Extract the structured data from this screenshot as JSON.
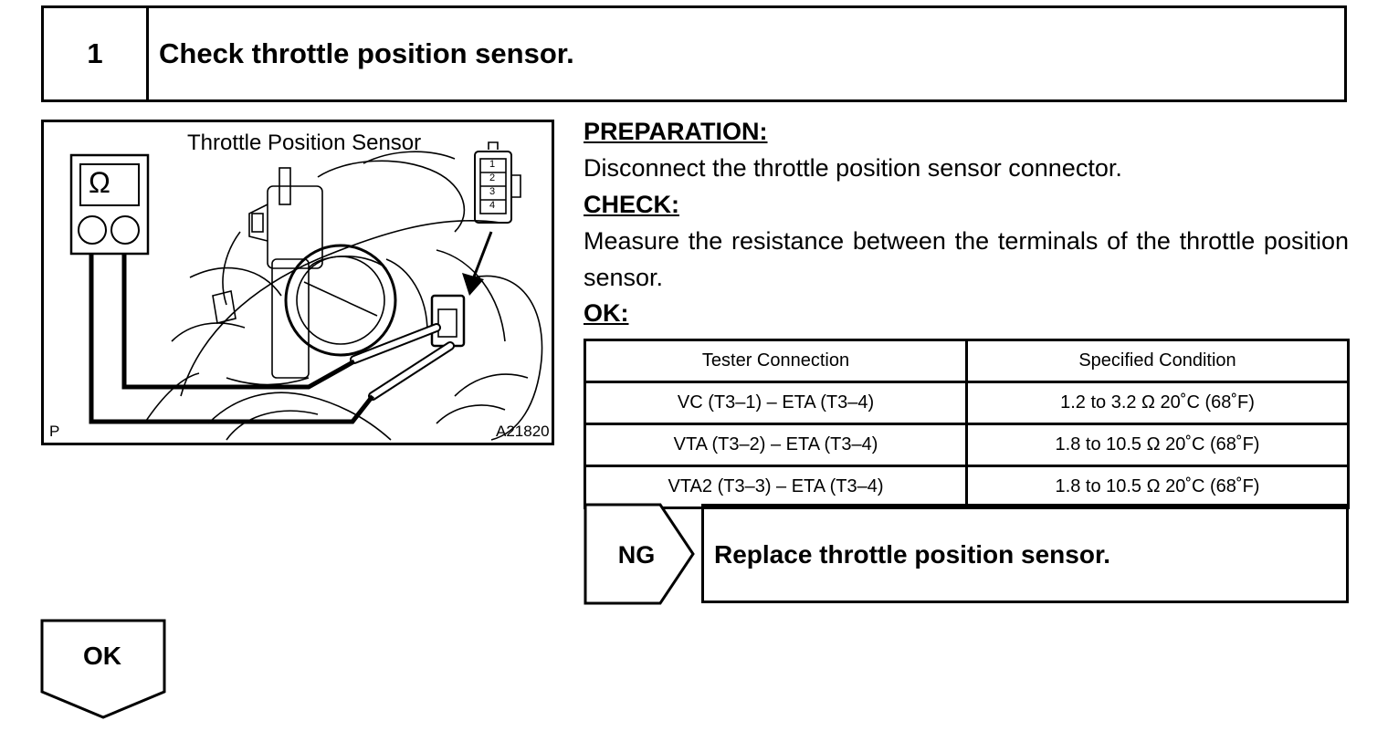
{
  "step": {
    "number": "1",
    "title": "Check throttle position sensor."
  },
  "figure": {
    "title": "Throttle Position Sensor",
    "ohm_symbol": "Ω",
    "connector_pins": [
      "1",
      "2",
      "3",
      "4"
    ],
    "corner_letter": "P",
    "figure_id": "A21820"
  },
  "preparation": {
    "heading": "PREPARATION:",
    "text": "Disconnect the throttle position sensor connector."
  },
  "check": {
    "heading": "CHECK:",
    "text": "Measure the resistance between the terminals of the throttle position sensor."
  },
  "ok_section": {
    "heading": "OK:"
  },
  "table": {
    "headers": [
      "Tester Connection",
      "Specified Condition"
    ],
    "rows": [
      [
        "VC (T3–1) – ETA (T3–4)",
        "1.2 to 3.2 Ω 20˚C (68˚F)"
      ],
      [
        "VTA (T3–2) – ETA (T3–4)",
        "1.8 to 10.5 Ω 20˚C (68˚F)"
      ],
      [
        "VTA2 (T3–3) – ETA (T3–4)",
        "1.8 to 10.5 Ω 20˚C (68˚F)"
      ]
    ]
  },
  "ng": {
    "label": "NG",
    "action": "Replace throttle position sensor."
  },
  "ok_next": {
    "label": "OK"
  }
}
